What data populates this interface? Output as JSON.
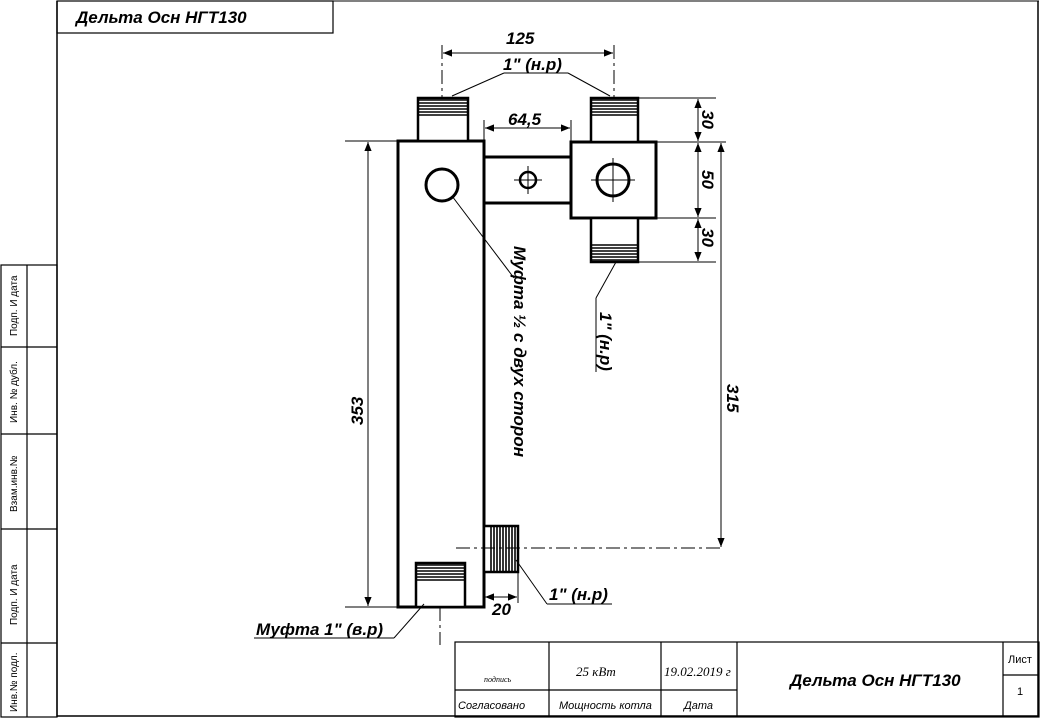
{
  "title_box": {
    "text": "Дельта Осн НГТ130"
  },
  "side_strip": [
    "Подп. И дата",
    "Инв. № дубл.",
    "Взам.инв.№",
    "Подп. И дата",
    "Инв.№ подл."
  ],
  "dimensions": {
    "width_top": "125",
    "thread_top": "1\" (н.р)",
    "gap": "64,5",
    "right_top": "30",
    "right_mid": "50",
    "right_bottom": "30",
    "height_left": "353",
    "height_right": "315",
    "thread_right": "1\" (н.р)",
    "bottom_offset": "20",
    "thread_bottom": "1\" (н.р)",
    "coupling_half": "Муфта ½ с двух сторон",
    "coupling_one": "Муфта 1\" (в.р)"
  },
  "stamp": {
    "signature_label": "подпись",
    "power_value": "25 кВт",
    "date_value": "19.02.2019 г",
    "agreed_label": "Согласовано",
    "power_label": "Мощность котла",
    "date_label": "Дата",
    "name": "Дельта Осн НГТ130",
    "sheet_label": "Лист",
    "sheet_number": "1"
  }
}
